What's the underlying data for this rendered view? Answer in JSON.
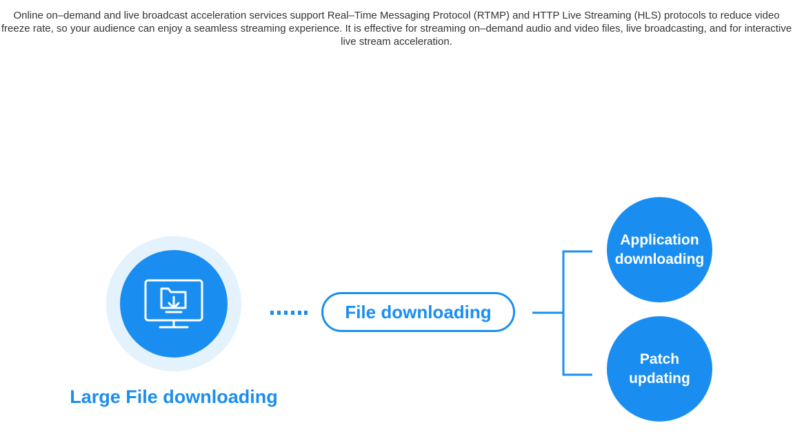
{
  "description": "Online on–demand and live broadcast acceleration services support Real–Time Messaging Protocol (RTMP) and HTTP Live Streaming (HLS) protocols to reduce video freeze rate, so your audience can enjoy a seamless streaming experience. It is effective for streaming on–demand audio and video files, live broadcasting, and for interactive live stream acceleration.",
  "diagram": {
    "source": {
      "label": "Large File downloading",
      "icon": "monitor-download-icon"
    },
    "center": {
      "label": "File downloading"
    },
    "branches": [
      {
        "label": "Application downloading"
      },
      {
        "label": "Patch updating"
      }
    ],
    "colors": {
      "primary": "#1a8ef0",
      "halo": "#e3f2fd",
      "text": "#333333"
    }
  }
}
